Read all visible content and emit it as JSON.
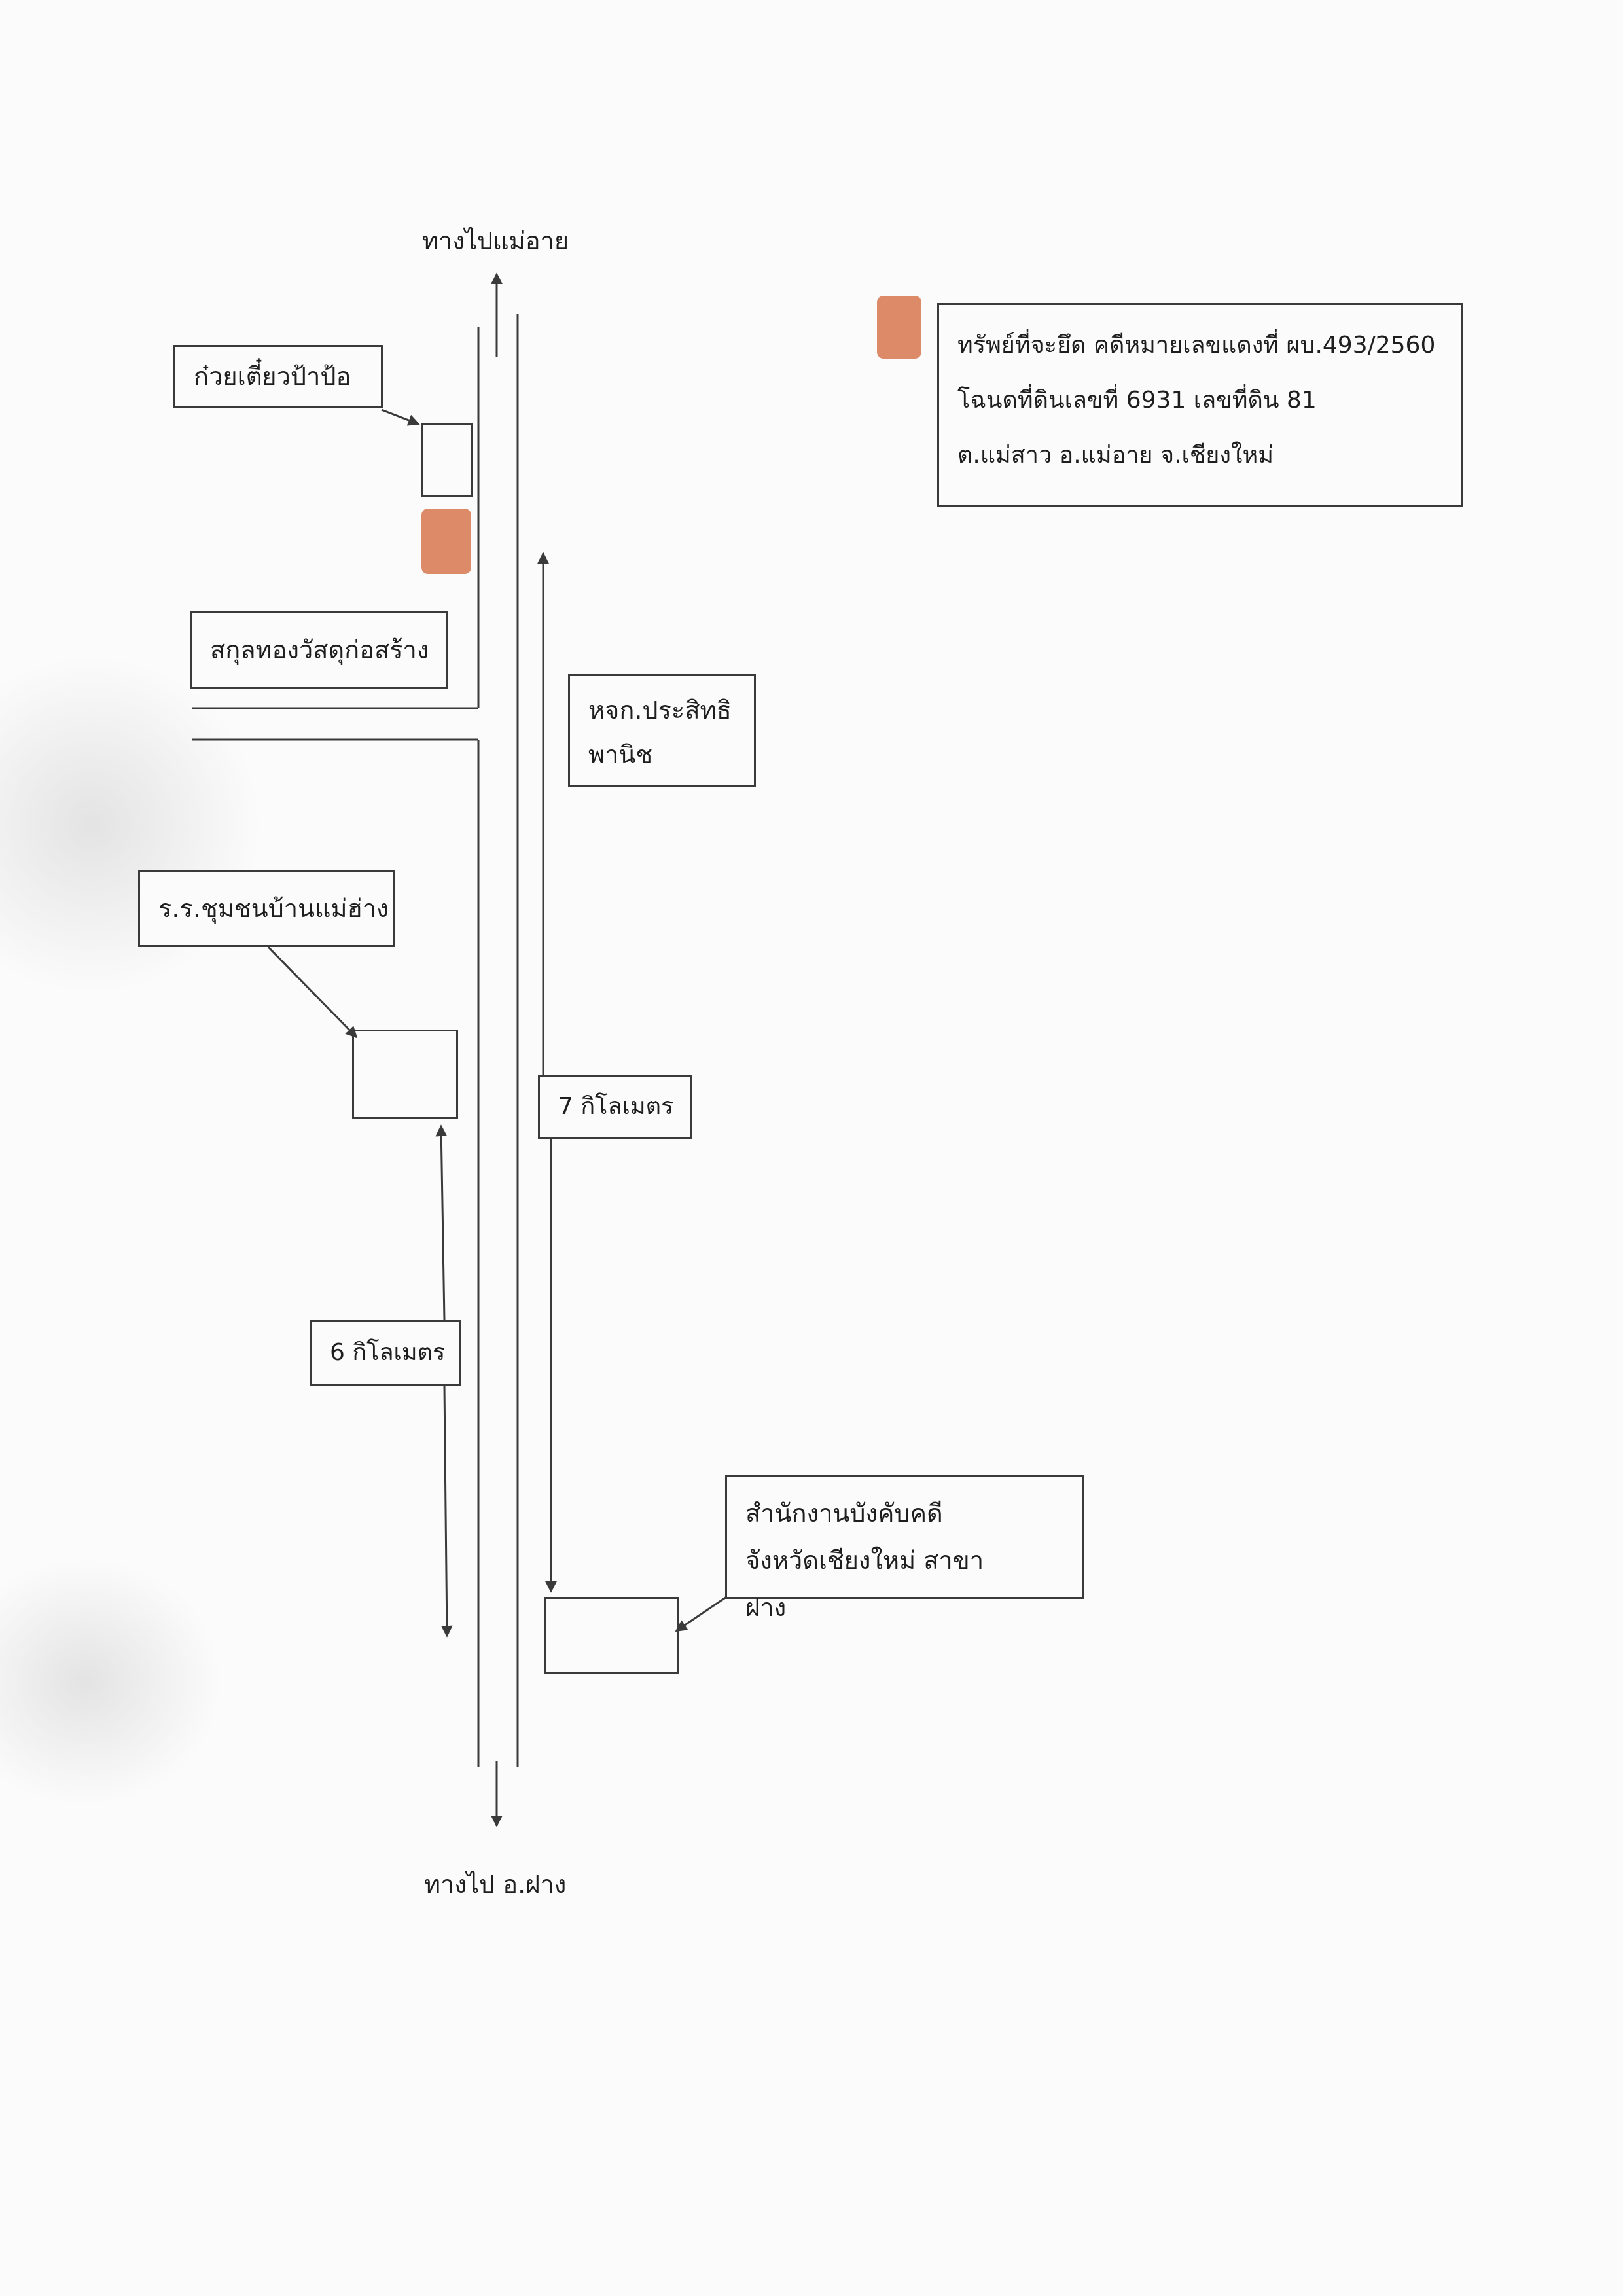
{
  "map": {
    "north_label": "ทางไปแม่อาย",
    "south_label": "ทางไป อ.ฝาง",
    "landmarks": {
      "noodle_shop": "ก๋วยเตี๋ยวป้าป้อ",
      "construction_store": "สกุลทองวัสดุก่อสร้าง",
      "company": "หจก.ประสิทธิพานิช",
      "school": "ร.ร.ชุมชนบ้านแม่ฮ่าง",
      "office": "สำนักงานบังคับคดีจังหวัดเชียงใหม่ สาขาฝาง"
    },
    "distances": {
      "to_school": "6 กิโลเมตร",
      "to_office": "7 กิโลเมตร"
    },
    "legend": {
      "line1": "ทรัพย์ที่จะยึด คดีหมายเลขแดงที่ ผบ.493/2560",
      "line2": "โฉนดที่ดินเลขที่ 6931 เลขที่ดิน 81",
      "line3": "ต.แม่สาว อ.แม่อาย จ.เชียงใหม่"
    },
    "colors": {
      "property": "#dd8a68",
      "line": "#3a3a3a"
    }
  }
}
